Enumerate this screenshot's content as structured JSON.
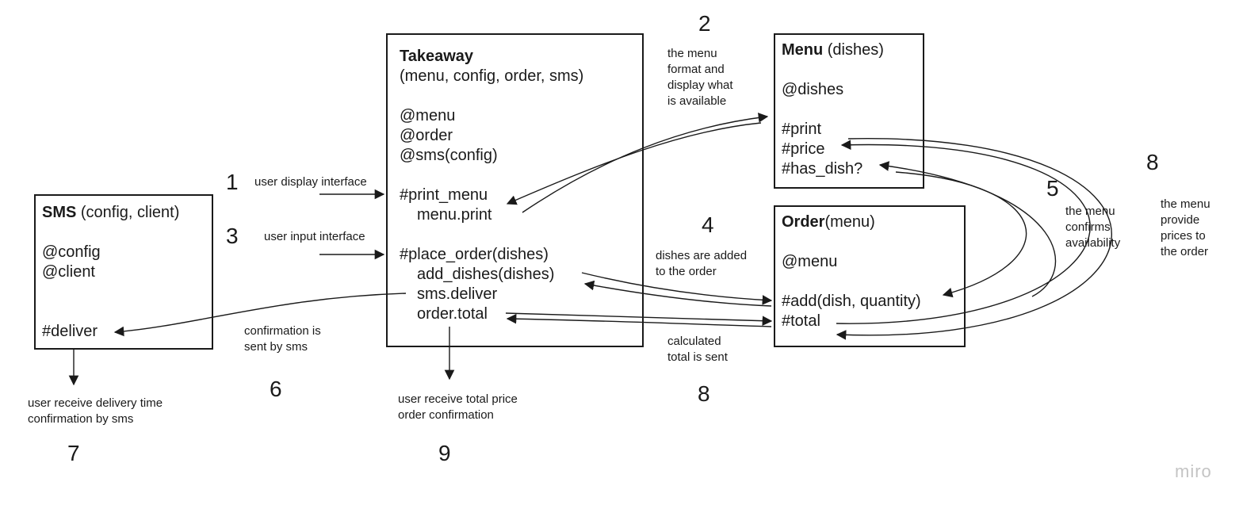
{
  "boxes": {
    "sms": {
      "title": "SMS",
      "params": " (config, client)",
      "attrs": [
        "@config",
        "@client"
      ],
      "methods": [
        "#deliver"
      ]
    },
    "takeaway": {
      "title": "Takeaway",
      "params": "(menu, config, order, sms)",
      "attrs": [
        "@menu",
        "@order",
        "@sms(config)"
      ],
      "methods": [
        "#print_menu",
        "menu.print",
        "#place_order(dishes)",
        "add_dishes(dishes)",
        "sms.deliver",
        "order.total"
      ]
    },
    "menu": {
      "title": "Menu",
      "params": " (dishes)",
      "attrs": [
        "@dishes"
      ],
      "methods": [
        "#print",
        "#price",
        "#has_dish?"
      ]
    },
    "order": {
      "title": "Order",
      "params": "(menu)",
      "attrs": [
        "@menu"
      ],
      "methods": [
        "#add(dish, quantity)",
        "#total"
      ]
    }
  },
  "notes": {
    "n1": "user display interface",
    "n3": "user input interface",
    "n2": [
      "the menu",
      "format and",
      "display what",
      "is available"
    ],
    "n4": [
      "dishes are added",
      "to the order"
    ],
    "n5": [
      "the menu",
      "confirms",
      "availability"
    ],
    "n8a": [
      "the menu",
      "provide",
      "prices to",
      "the order"
    ],
    "n8b": [
      "calculated",
      "total is sent"
    ],
    "n6": [
      "confirmation is",
      "sent by sms"
    ],
    "n7": [
      "user receive delivery time",
      "confirmation by sms"
    ],
    "n9": [
      "user receive total price",
      "order confirmation"
    ]
  },
  "steps": {
    "s1": "1",
    "s2": "2",
    "s3": "3",
    "s4": "4",
    "s5": "5",
    "s6": "6",
    "s7": "7",
    "s8a": "8",
    "s8b": "8",
    "s9": "9"
  },
  "watermark": "miro"
}
